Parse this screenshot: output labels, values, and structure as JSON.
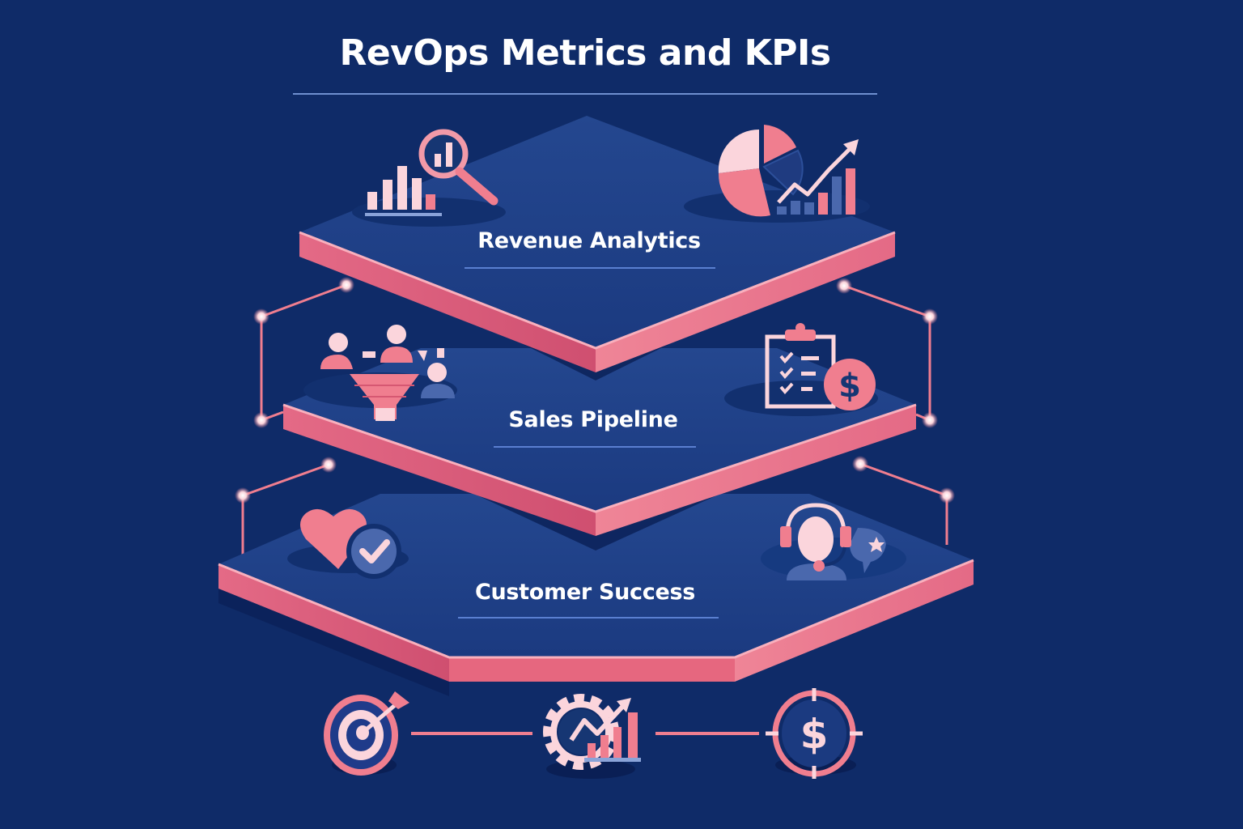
{
  "title": "RevOps Metrics and KPIs",
  "colors": {
    "background": "#0f2b68",
    "platform_top": "#1e3f86",
    "platform_face": "#e46a86",
    "platform_edge": "#f4a0b0",
    "accent_pink": "#f07e8f",
    "light_pink": "#fbd5dc",
    "muted_blue": "#4a68ad",
    "text": "#ffffff"
  },
  "layers": [
    {
      "label": "Revenue Analytics",
      "icons": [
        "bar-chart-magnifier-icon",
        "pie-chart-growth-icon"
      ]
    },
    {
      "label": "Sales Pipeline",
      "icons": [
        "people-funnel-icon",
        "checklist-dollar-icon"
      ]
    },
    {
      "label": "Customer Success",
      "icons": [
        "heart-check-icon",
        "support-headset-star-icon"
      ]
    }
  ],
  "bottom_icons": [
    {
      "name": "target-arrow-icon"
    },
    {
      "name": "gear-growth-chart-icon"
    },
    {
      "name": "dollar-crosshair-icon"
    }
  ]
}
